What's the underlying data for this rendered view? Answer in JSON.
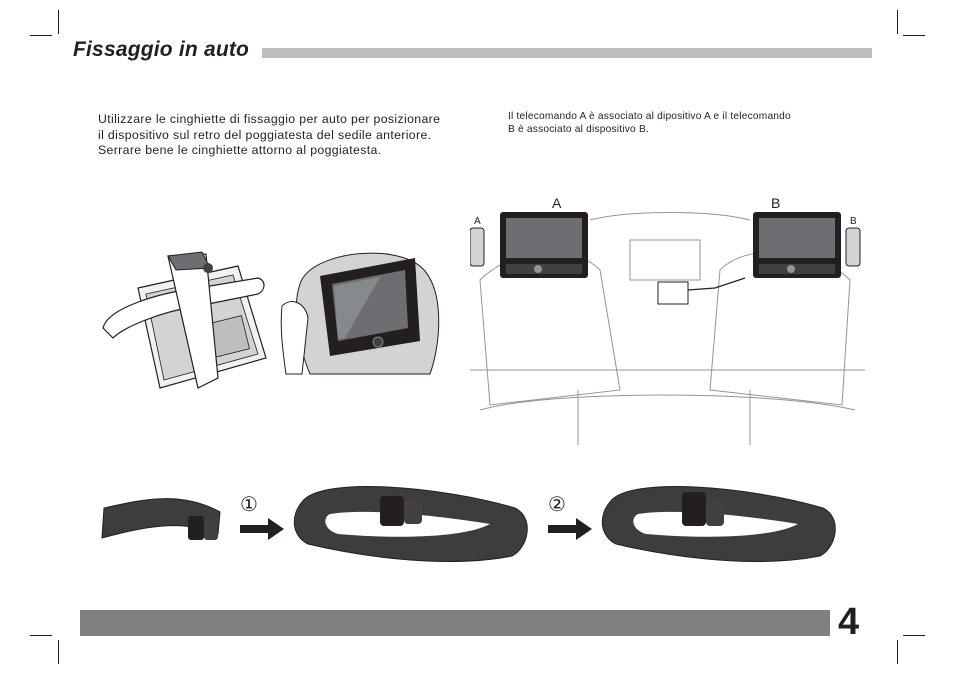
{
  "section": {
    "title": "Fissaggio in auto",
    "page_number": "4"
  },
  "instructions": {
    "mounting_text": "Utilizzare le cinghiette di fissaggio per auto per posizionare\nil dispositivo sul retro del poggiatesta del sedile anteriore.\nSerrare bene le cinghiette attorno al poggiatesta.",
    "remote_text": "Il telecomando A è associato al dipositivo A e il telecomando\nB è associato al dispositivo B."
  },
  "car_illustration": {
    "screen_a_label": "A",
    "screen_b_label": "B",
    "remote_a_label": "A",
    "remote_b_label": "B"
  },
  "strap_steps": {
    "step_1_marker": "①",
    "step_2_marker": "②"
  },
  "colors": {
    "title_bar": "#bcbec0",
    "footer_bar": "#808082",
    "strap": "#3d3d3f",
    "text": "#231f20"
  }
}
